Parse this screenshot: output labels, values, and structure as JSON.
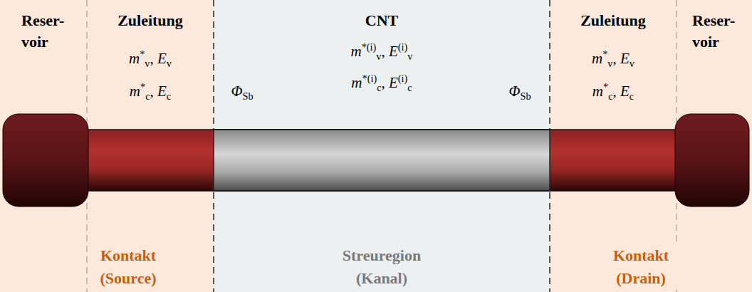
{
  "diagram": {
    "nodes": [
      {
        "text": [
          "Reser- voir"
        ]
      },
      {
        "text": [
          "Zuleitung",
          "m*v, Ev",
          "m*c, Ec"
        ]
      },
      {
        "text": [
          "CNT",
          "m*(i)v, E(i)v",
          "m*(i)c, E(i)c"
        ]
      },
      {
        "text": [
          "Zuleitung",
          "m*v, Ev",
          "m*c, Ec"
        ]
      },
      {
        "text": [
          "Reser- voir"
        ]
      }
    ],
    "labels": [
      "ΦSb",
      "ΦSb",
      "Kontakt (Source)",
      "Streuregion (Kanal)",
      "Kontakt (Drain)"
    ]
  }
}
